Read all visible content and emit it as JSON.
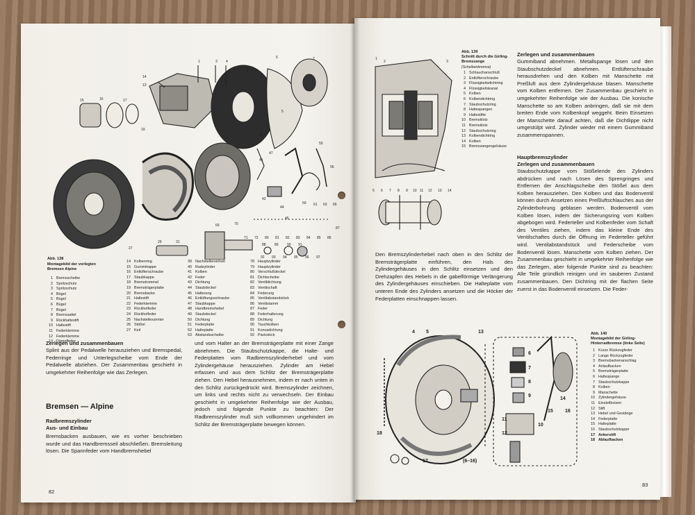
{
  "left": {
    "page_number": "82",
    "figure": {
      "caption_title": "Abb. 138",
      "caption_text": "Montagebild der vorlegten Bremsen Alpine",
      "callouts": [
        "1",
        "3",
        "4",
        "5",
        "6",
        "7",
        "8",
        "13",
        "14",
        "15",
        "16",
        "17",
        "19",
        "27",
        "29",
        "31",
        "41",
        "42",
        "44",
        "45",
        "47",
        "48",
        "55",
        "56",
        "59",
        "61",
        "63",
        "66",
        "69",
        "70",
        "71",
        "72",
        "80",
        "81",
        "82",
        "83",
        "84",
        "85",
        "86",
        "87",
        "88",
        "89",
        "90",
        "91",
        "92",
        "93",
        "94",
        "95",
        "96",
        "97"
      ]
    },
    "parts_col1": [
      {
        "n": "1",
        "t": "Bremsscheibe"
      },
      {
        "n": "2",
        "t": "Spritzschutz"
      },
      {
        "n": "3",
        "t": "Spritzschutz"
      },
      {
        "n": "4",
        "t": "Bügel"
      },
      {
        "n": "5",
        "t": "Bügel"
      },
      {
        "n": "6",
        "t": "Bügel"
      },
      {
        "n": "7",
        "t": "Bügel"
      },
      {
        "n": "8",
        "t": "Bremssattel"
      },
      {
        "n": "9",
        "t": "Rückhaltestift"
      },
      {
        "n": "10",
        "t": "Haltestift"
      },
      {
        "n": "11",
        "t": "Federklemme"
      },
      {
        "n": "12",
        "t": "Federklemme"
      },
      {
        "n": "13",
        "t": "Dämpffeder"
      }
    ],
    "parts_col2": [
      {
        "n": "14",
        "t": "Kolbenring"
      },
      {
        "n": "15",
        "t": "Gummikappe"
      },
      {
        "n": "16",
        "t": "Entlüfterschraube"
      },
      {
        "n": "17",
        "t": "Staubkappe"
      },
      {
        "n": "18",
        "t": "Bremstrommel"
      },
      {
        "n": "19",
        "t": "Bremsträgerplatte"
      },
      {
        "n": "20",
        "t": "Bremsbacke"
      },
      {
        "n": "21",
        "t": "Haltestift"
      },
      {
        "n": "22",
        "t": "Federklemme"
      },
      {
        "n": "23",
        "t": "Rückholfeder"
      },
      {
        "n": "24",
        "t": "Rückholfeder"
      },
      {
        "n": "25",
        "t": "Nachstellexzenter"
      },
      {
        "n": "26",
        "t": "Stößel"
      },
      {
        "n": "27",
        "t": "Keil"
      }
    ],
    "parts_col3": [
      {
        "n": "39",
        "t": "Nachstellereinheit"
      },
      {
        "n": "40",
        "t": "Radzylinder"
      },
      {
        "n": "41",
        "t": "Kolben"
      },
      {
        "n": "42",
        "t": "Feder"
      },
      {
        "n": "43",
        "t": "Dichtung"
      },
      {
        "n": "44",
        "t": "Staubdeckel"
      },
      {
        "n": "45",
        "t": "Halterung"
      },
      {
        "n": "46",
        "t": "Entlüftungsschraube"
      },
      {
        "n": "47",
        "t": "Staubkappe"
      },
      {
        "n": "48",
        "t": "Handbremshebel"
      },
      {
        "n": "49",
        "t": "Staubdeckel"
      },
      {
        "n": "50",
        "t": "Dichtung"
      },
      {
        "n": "51",
        "t": "Federplatte"
      },
      {
        "n": "52",
        "t": "Halteplatte"
      },
      {
        "n": "53",
        "t": "Abstandsscheibe"
      }
    ],
    "parts_col4": [
      {
        "n": "78",
        "t": "Hauptzylinder"
      },
      {
        "n": "79",
        "t": "Hauptzylinder"
      },
      {
        "n": "80",
        "t": "Verschlußdeckel"
      },
      {
        "n": "81",
        "t": "Dichtscheibe"
      },
      {
        "n": "82",
        "t": "Ventildichtung"
      },
      {
        "n": "83",
        "t": "Ventilschaft"
      },
      {
        "n": "84",
        "t": "Federung"
      },
      {
        "n": "85",
        "t": "Ventilabstandstück"
      },
      {
        "n": "86",
        "t": "Ventilstamm"
      },
      {
        "n": "87",
        "t": "Feder"
      },
      {
        "n": "88",
        "t": "Federhalterung"
      },
      {
        "n": "89",
        "t": "Dichtung"
      },
      {
        "n": "90",
        "t": "Tauchkolben"
      },
      {
        "n": "91",
        "t": "Konusdichtung"
      },
      {
        "n": "92",
        "t": "Packstück"
      }
    ],
    "sec1_heading": "Zerlegen und zusammenbauen",
    "sec1_text": "Splint aus der Pedalwelle herausziehen und Bremspedal, Federringe und Unterlegscheibe vom Ende der Pedalwelle abziehen. Der Zusammenbau geschieht in umgekehrter Reihenfolge wie das Zerlegen.",
    "brand_heading": "Bremsen — Alpine",
    "sec2_heading1": "Radbremszylinder",
    "sec2_heading2": "Aus- und Einbau",
    "sec2_text": "Bremsbacken ausbauen, wie es vorher beschrieben wurde und das Handbremsseil abschließen. Bremsleitung lösen. Die Spannfeder vom Handbremshebel",
    "col2_text": "und vom Halter an der Bremsträgerplatte mit einer Zange abnehmen. Die Staubschutzkappe, die Halte- und Federplatten vom Radbremszylinderhebel und vom Zylindergehäuse herausziehen. Zylinder am Hebel erfassen und aus dem Schlitz der Bremsträgerplatte ziehen. Den Hebel herausnehmen, indem er nach unten in den Schlitz zurückgedrückt wird. Bremszylinder zeichnen, um links und rechts nicht zu verwechseln. Der Einbau geschieht in umgekehrter Reihenfolge wie der Ausbau, jedoch sind folgende Punkte zu beachten: Der Radbremszylinder muß sich vollkommen ungehindert im Schlitz der Bremsträgerplatte bewegen können."
  },
  "right": {
    "page_number": "83",
    "fig139": {
      "caption_title": "Abb. 139",
      "caption_text": "Schnitt durch die Girling-Bremszange",
      "caption_sub": "(Scheibenbremse)",
      "parts": [
        {
          "n": "1",
          "t": "Schlauchanschluß"
        },
        {
          "n": "2",
          "t": "Entlüfterschraube"
        },
        {
          "n": "3",
          "t": "Flüssigkeitsdichtring"
        },
        {
          "n": "4",
          "t": "Flüssigkeitskanal"
        },
        {
          "n": "5",
          "t": "Kolben"
        },
        {
          "n": "6",
          "t": "Kolbendichtring"
        },
        {
          "n": "7",
          "t": "Staubschutzring"
        },
        {
          "n": "8",
          "t": "Haltespangen"
        },
        {
          "n": "9",
          "t": "Haltestifte"
        },
        {
          "n": "10",
          "t": "Bremsklotz"
        },
        {
          "n": "11",
          "t": "Bremsklotz"
        },
        {
          "n": "12",
          "t": "Staubschutzring"
        },
        {
          "n": "13",
          "t": "Kolbendichtring"
        },
        {
          "n": "14",
          "t": "Kolben"
        },
        {
          "n": "15",
          "t": "Bremszangengehäuse"
        }
      ],
      "callouts_top": [
        "1",
        "2",
        "3"
      ],
      "callouts_bottom": [
        "5",
        "6",
        "7",
        "8",
        "9",
        "10",
        "11",
        "12",
        "13",
        "14"
      ]
    },
    "top_heading": "Zerlegen und zusammenbauen",
    "top_text": "Gummiband abnehmen. Metallspange lösen und den Staubschutzdeckel abnehmen. Entlüfterschraube herausdrehen und den Kolben mit Manschette mit Preßluft aus dem Zylindergehäuse blasen. Manschette vom Kolben entfernen. Der Zusammenbau geschieht in umgekehrter Reihenfolge wie der Ausbau. Die konische Manschette so am Kolben anbringen, daß sie mit dem breiten Ende vom Kolbenkopf weggeht. Beim Einsetzen der Manschette darauf achten, daß die Dichtlippe nicht umgestülpt wird. Zylinder wieder mit einem Gummiband zusammenspannen.",
    "hz_heading1": "Hauptbremszylinder",
    "hz_heading2": "Zerlegen und zusammenbauen",
    "hz_text": "Staubschutzkappe vom Stößelende des Zylinders abdrücken und nach Lösen des Sprengringes und Entfernen der Anschlagscheibe den Stößel aus dem Kolben herausziehen. Den Kolben und das Bodenventil können durch Ansetzen eines Preßluftschlauches aus der Zylinderbohrung geblasen werden. Bodenventil vom Kolben lösen, indem der Sicherungsring vom Kolben abgebogen wird. Federteller und Kolbenfeder vom Schaft des Ventiles ziehen, indem das kleine Ende des Ventilschaftes durch die Öffnung im Federteller geführt wird. Ventilabstandstück und Federscheibe vom Bodenventil lösen. Manschette vom Kolben ziehen. Der Zusammenbau geschieht in umgekehrter Reihenfolge wie das Zerlegen, aber folgende Punkte sind zu beachten: Alle Teile gründlich reinigen und im sauberen Zustand zusammenbauen. Den Dichtring mit der flachen Seite zuerst in das Bodenventil einsetzen. Die Feder-",
    "mid_text": "Den Bremszylinderhebel nach oben in den Schlitz der Bremsträgerplatte einführen, den Hals des Zylindergehäuses in den Schlitz einsetzen und den Drehzapfen des Hebels in die gabelförmige Verlängerung des Zylindergehäuses einschieben. Die Halteplatte vom unteren Ende des Zylinders ansetzen und die Höcker der Federplatten einschnappen lassen.",
    "fig140": {
      "caption_title": "Abb. 140",
      "caption_text": "Montagebild der Girling-Hinterradbremse (linke Seite)",
      "parts": [
        {
          "n": "1",
          "t": "Kurze Rückzugfeder"
        },
        {
          "n": "2",
          "t": "Lange Rückzugfeder"
        },
        {
          "n": "3",
          "t": "Bremsbackenanschlag"
        },
        {
          "n": "4",
          "t": "Anlaufbacken"
        },
        {
          "n": "5",
          "t": "Bremsträgerplatte"
        },
        {
          "n": "6",
          "t": "Haltespange"
        },
        {
          "n": "7",
          "t": "Staubschutzkappe"
        },
        {
          "n": "8",
          "t": "Kolben"
        },
        {
          "n": "9",
          "t": "Manschette"
        },
        {
          "n": "10",
          "t": "Zylindergehäuse"
        },
        {
          "n": "11",
          "t": "Einstellbolzen"
        },
        {
          "n": "12",
          "t": "Stift"
        },
        {
          "n": "13",
          "t": "Hebel und Gestänge"
        },
        {
          "n": "14",
          "t": "Federplatte"
        },
        {
          "n": "15",
          "t": "Halteplatte"
        },
        {
          "n": "16",
          "t": "Staubschutzkappe"
        },
        {
          "n": "17",
          "t": "Ankerstift"
        },
        {
          "n": "18",
          "t": "Ablaufbacken"
        }
      ],
      "callouts": [
        "4",
        "5",
        "13",
        "6",
        "7",
        "8",
        "9",
        "10",
        "11",
        "12",
        "14",
        "15",
        "16",
        "17",
        "18",
        "(6–16)"
      ]
    }
  }
}
